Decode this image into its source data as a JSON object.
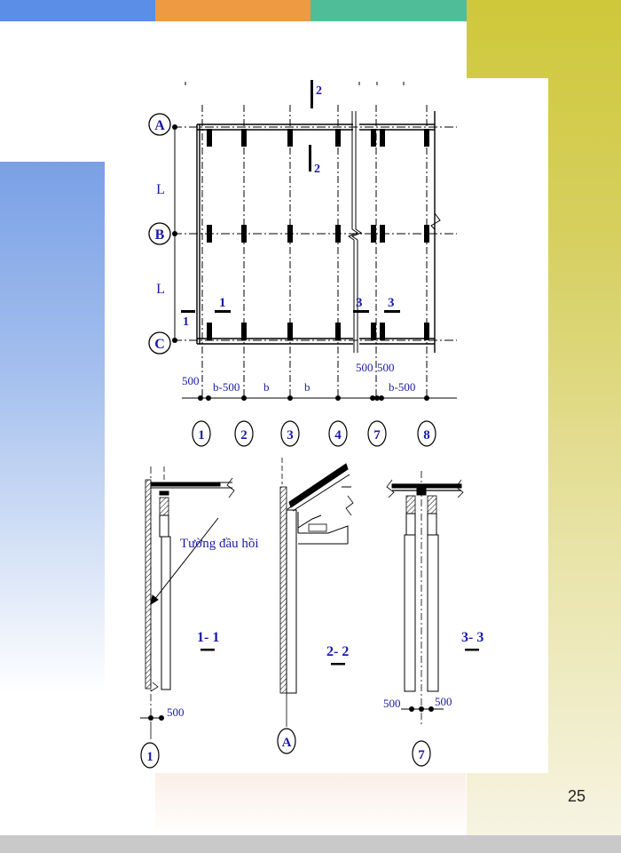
{
  "page": {
    "number": "25"
  },
  "plan": {
    "axis_rows": [
      "A",
      "B",
      "C"
    ],
    "axis_cols": [
      "1",
      "2",
      "3",
      "4",
      "7",
      "8"
    ],
    "span_label_1": "L",
    "span_label_2": "L",
    "dim_1": "500",
    "dim_2": "b-500",
    "dim_3": "b",
    "dim_4": "b",
    "dim_5": "500",
    "dim_6": "500",
    "dim_7": "b-500",
    "cut_1": "1",
    "cut_1b": "1",
    "cut_2": "2",
    "cut_2b": "2",
    "cut_3": "3",
    "cut_3b": "3"
  },
  "sections": {
    "s1_title": "1- 1",
    "s2_title": "2- 2",
    "s3_title": "3- 3",
    "wall_label": "Tường đầu hồi",
    "s1_dim": "500",
    "s1_axis": "1",
    "s2_axis": "A",
    "s3_dim_left": "500",
    "s3_dim_right": "500",
    "s3_axis": "7"
  }
}
